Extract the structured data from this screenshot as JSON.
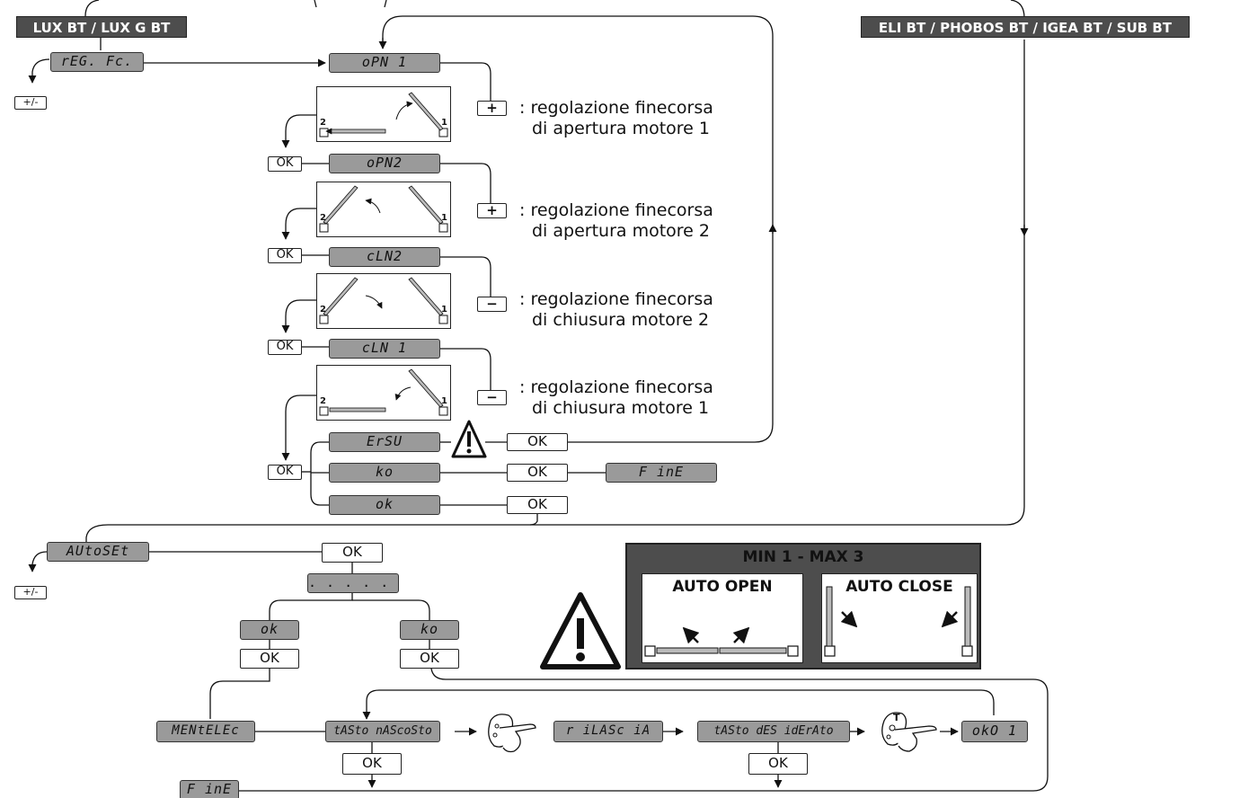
{
  "headers": {
    "left": "LUX BT / LUX G BT",
    "right": "ELI BT / PHOBOS BT / IGEA BT / SUB BT"
  },
  "displays": {
    "reg_fc": "rEG. Fc.",
    "opn1": "oPN 1",
    "opn2": "oPN2",
    "cln2": "cLN2",
    "cln1": "cLN 1",
    "ersu": "ErSU",
    "ko": "ko",
    "ok": "ok",
    "fine": "F inE",
    "autoset": "AUtoSEt",
    "dots": ". . .   . . .",
    "ok2": "ok",
    "ko2": "ko",
    "mentelec": "MENtELEc",
    "tasto_nascosto": "tASto nAScoSto",
    "rilascia": "r iLASc iA",
    "tasto_desiderato": "tASto dES idErAto",
    "ok01": "okO 1",
    "fine2": "F inE"
  },
  "buttons": {
    "plusminus_1": "+/-",
    "plusminus_2": "+/-",
    "ok": "OK",
    "plus": "+",
    "minus": "−"
  },
  "notes": {
    "n1_line1": ": regolazione finecorsa",
    "n1_line2": "di apertura motore 1",
    "n2_line1": ": regolazione finecorsa",
    "n2_line2": "di apertura motore 2",
    "n3_line1": ": regolazione finecorsa",
    "n3_line2": "di chiusura motore 2",
    "n4_line1": ": regolazione finecorsa",
    "n4_line2": "di chiusura motore 1"
  },
  "gate_labels": {
    "left": "2",
    "right": "1",
    "remote_key": "T"
  },
  "autoset_panel": {
    "title": "MIN 1 - MAX 3",
    "open_label": "AUTO OPEN",
    "close_label": "AUTO CLOSE"
  }
}
